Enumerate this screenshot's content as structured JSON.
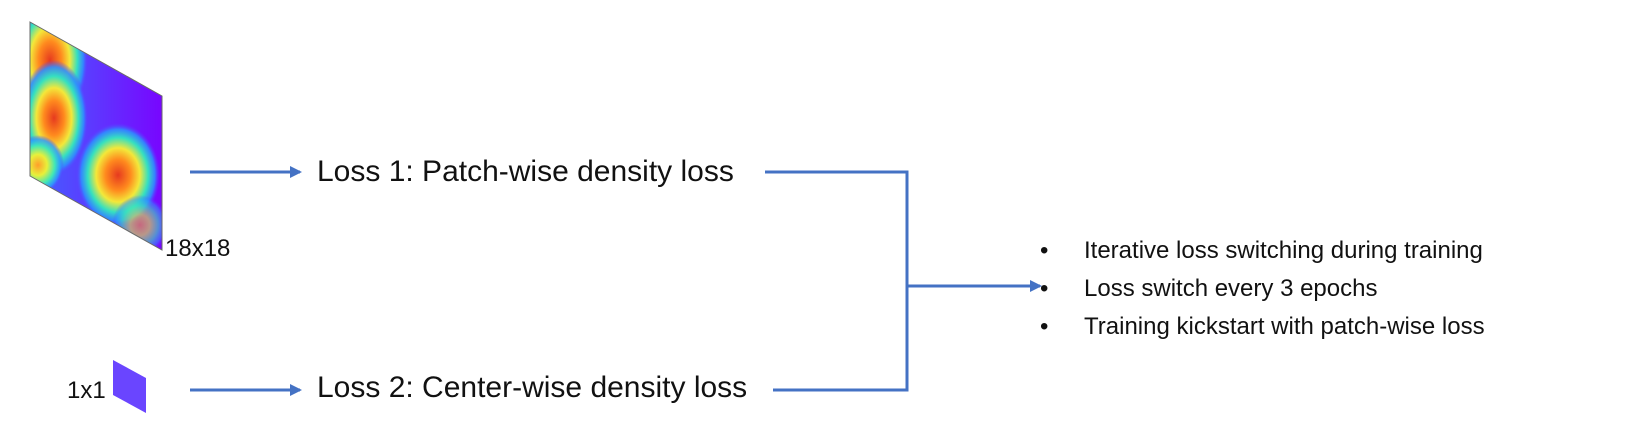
{
  "heatmap_large": {
    "size_label": "18x18"
  },
  "heatmap_small": {
    "size_label": "1x1"
  },
  "losses": [
    {
      "label": "Loss 1: Patch-wise density loss"
    },
    {
      "label": "Loss 2: Center-wise density loss"
    }
  ],
  "notes": [
    "Iterative loss switching during training",
    "Loss switch every 3 epochs",
    "Training kickstart with patch-wise loss"
  ],
  "colors": {
    "arrow": "#4472C4",
    "heat_low": "#7b00ff",
    "heat_high": "#e63a1f",
    "small_patch": "#6a45ff",
    "bullet_text": "#111111"
  }
}
